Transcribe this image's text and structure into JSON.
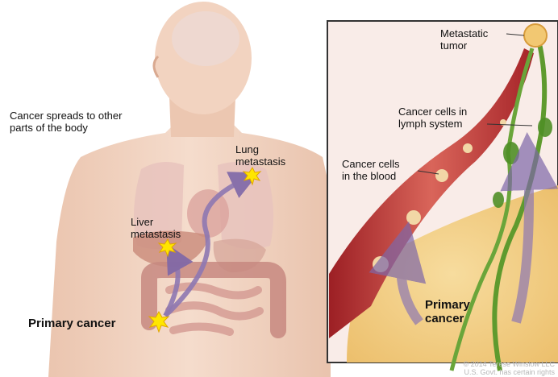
{
  "labels": {
    "spreads": "Cancer spreads to other\nparts of the body",
    "lung": "Lung\nmetastasis",
    "liver": "Liver\nmetastasis",
    "primary_left": "Primary cancer",
    "metastatic_tumor": "Metastatic\ntumor",
    "lymph": "Cancer cells in\nlymph system",
    "blood": "Cancer cells\nin the blood",
    "primary_right": "Primary\ncancer",
    "copyright": "© 2014 Terese Winslow LLC\nU.S. Govt. has certain rights"
  },
  "colors": {
    "skin": "#f1d2c0",
    "skin_shade": "#e6b9a2",
    "lung": "#e9c0bb",
    "liver": "#c98a79",
    "intestine": "#cc8f87",
    "vessel": "#b9282c",
    "vessel_inner": "#d96a5f",
    "lymph": "#5f9a2e",
    "node": "#4f8f26",
    "fat": "#f3cf86",
    "arrow": "#8e78b2",
    "star": "#ffe600",
    "panel_bg": "#f9ece8",
    "panel_border": "#333333"
  }
}
